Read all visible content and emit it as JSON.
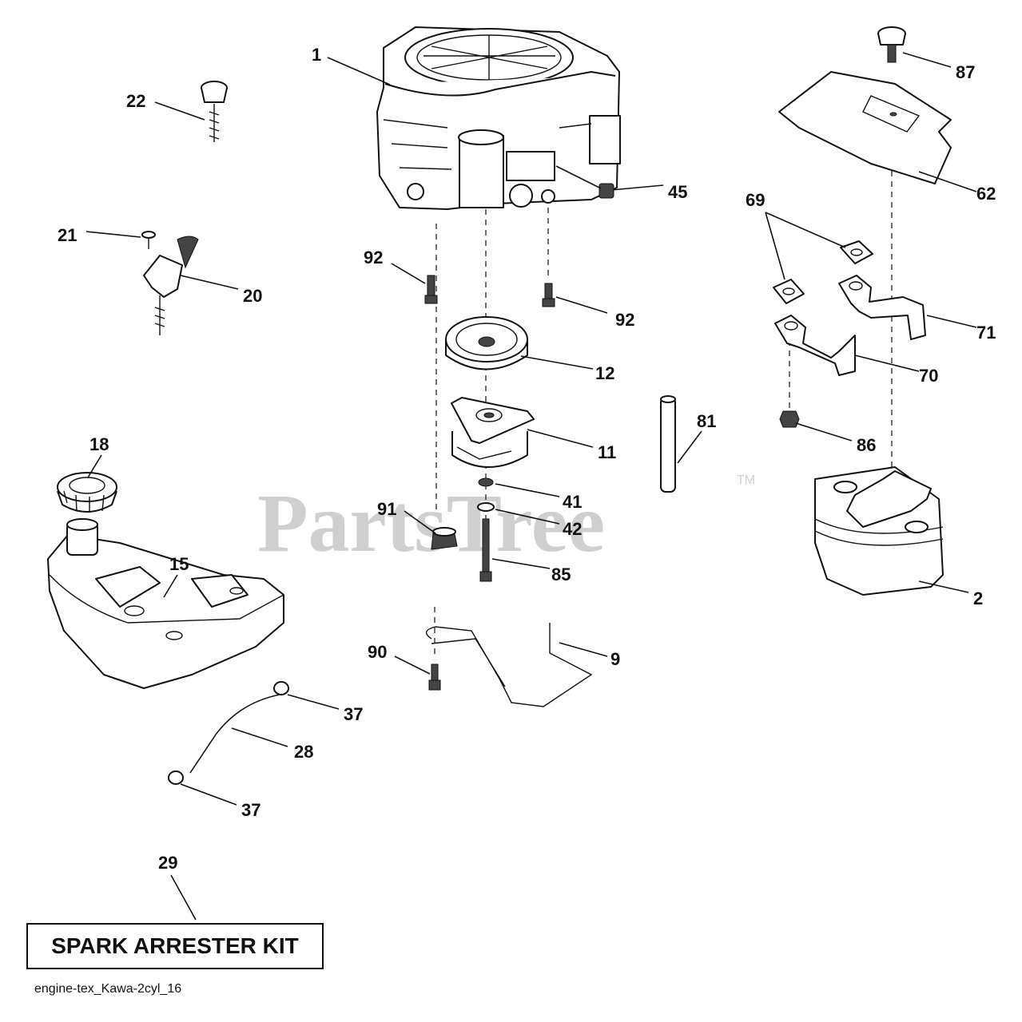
{
  "watermark": {
    "text": "PartsTree",
    "mark": "TM"
  },
  "callouts": {
    "c1": "1",
    "c2": "2",
    "c9": "9",
    "c11": "11",
    "c12": "12",
    "c15": "15",
    "c18": "18",
    "c20": "20",
    "c21": "21",
    "c22": "22",
    "c28": "28",
    "c29": "29",
    "c37a": "37",
    "c37b": "37",
    "c41": "41",
    "c42": "42",
    "c45": "45",
    "c62": "62",
    "c69": "69",
    "c70": "70",
    "c71": "71",
    "c81": "81",
    "c85": "85",
    "c86": "86",
    "c87": "87",
    "c90": "90",
    "c91": "91",
    "c92a": "92",
    "c92b": "92"
  },
  "kit_label": "SPARK ARRESTER KIT",
  "footer_code": "engine-tex_Kawa-2cyl_16"
}
